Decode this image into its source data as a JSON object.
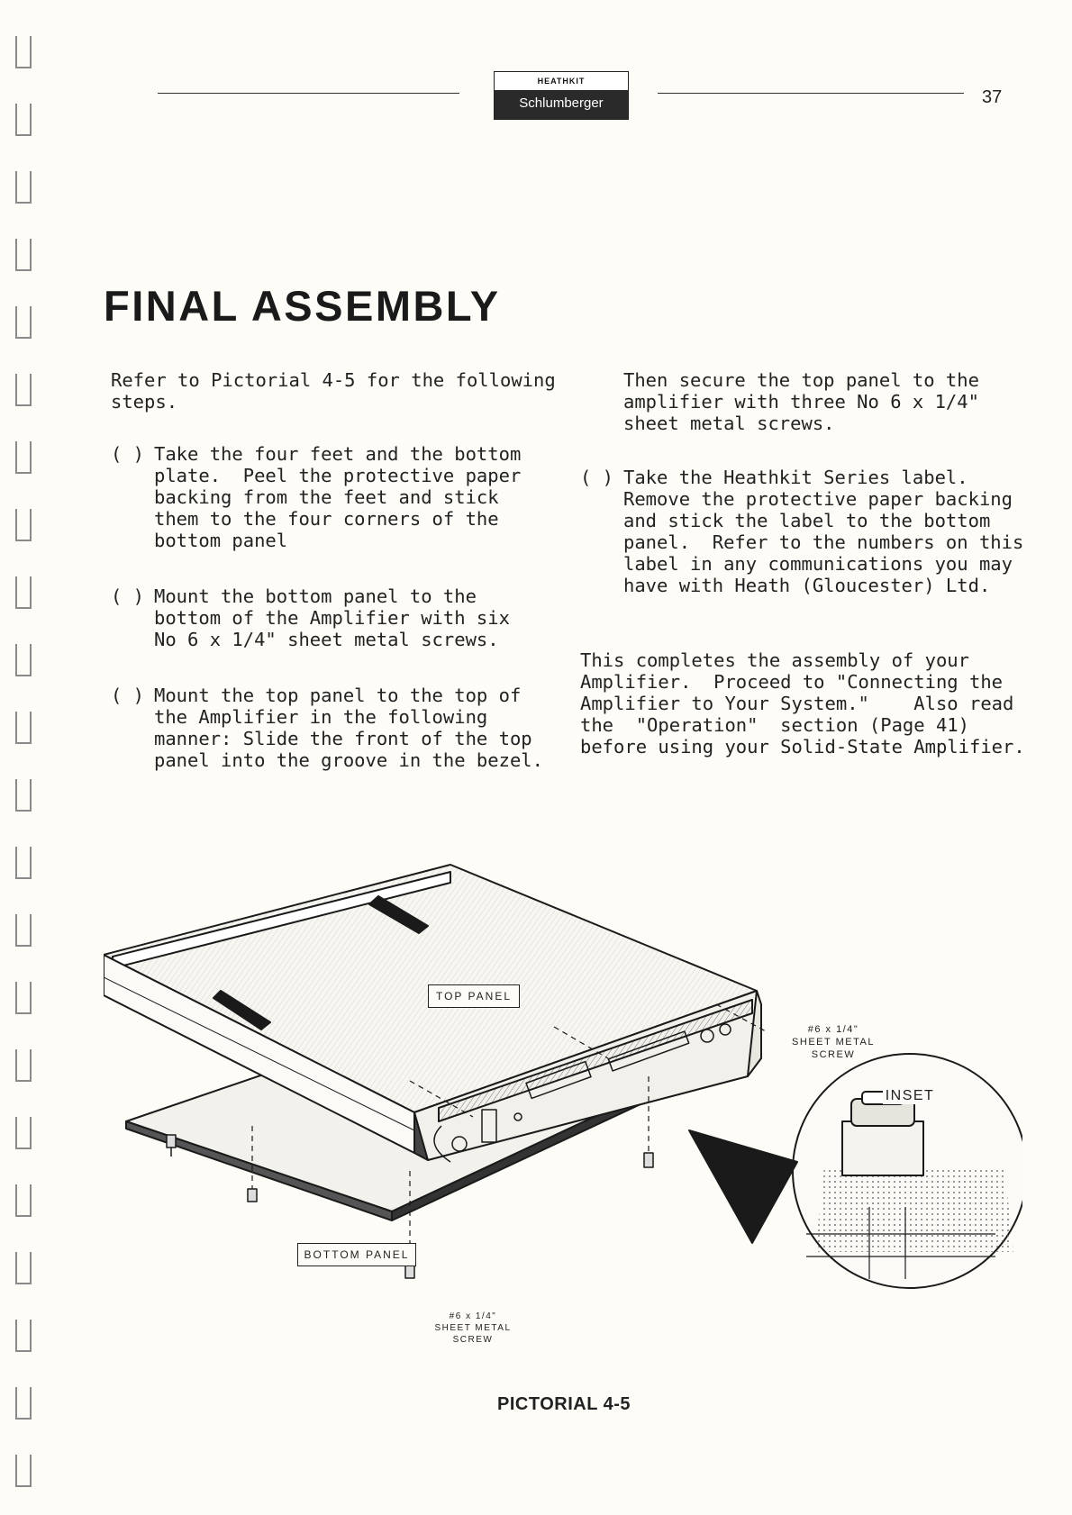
{
  "header": {
    "brand_top": "HEATHKIT",
    "brand_bottom": "Schlumberger",
    "page_number": "37"
  },
  "title": "FINAL ASSEMBLY",
  "left_column": {
    "intro": "Refer to Pictorial 4-5 for the following\nsteps.",
    "steps": [
      {
        "mark": "( )",
        "text": "Take the four feet and the bottom\nplate.  Peel the protective paper\nbacking from the feet and stick\nthem to the four corners of the\nbottom panel"
      },
      {
        "mark": "( )",
        "text": "Mount the bottom panel to the\nbottom of the Amplifier with six\nNo 6 x 1/4\" sheet metal screws."
      },
      {
        "mark": "( )",
        "text": "Mount the top panel to the top of\nthe Amplifier in the following\nmanner: Slide the front of the top\npanel into the groove in the bezel."
      }
    ]
  },
  "right_column": {
    "continuation": "Then secure the top panel to the\namplifier with three No 6 x 1/4\"\nsheet metal screws.",
    "steps": [
      {
        "mark": "( )",
        "text": "Take the Heathkit Series label.\nRemove the protective paper backing\nand stick the label to the bottom\npanel.  Refer to the numbers on this\nlabel in any communications you may\nhave with Heath (Gloucester) Ltd."
      }
    ],
    "closing": "This completes the assembly of your\nAmplifier.  Proceed to \"Connecting the\nAmplifier to Your System.\"    Also read\nthe  \"Operation\"  section (Page 41)\nbefore using your Solid-State Amplifier."
  },
  "figure": {
    "top_panel_label": "TOP PANEL",
    "bottom_panel_label": "BOTTOM PANEL",
    "screw_label_right": "#6 x 1/4\"\nSHEET METAL\nSCREW",
    "screw_label_bottom": "#6 x 1/4\"\nSHEET METAL\nSCREW",
    "inset_label": "INSET",
    "caption": "PICTORIAL 4-5"
  }
}
